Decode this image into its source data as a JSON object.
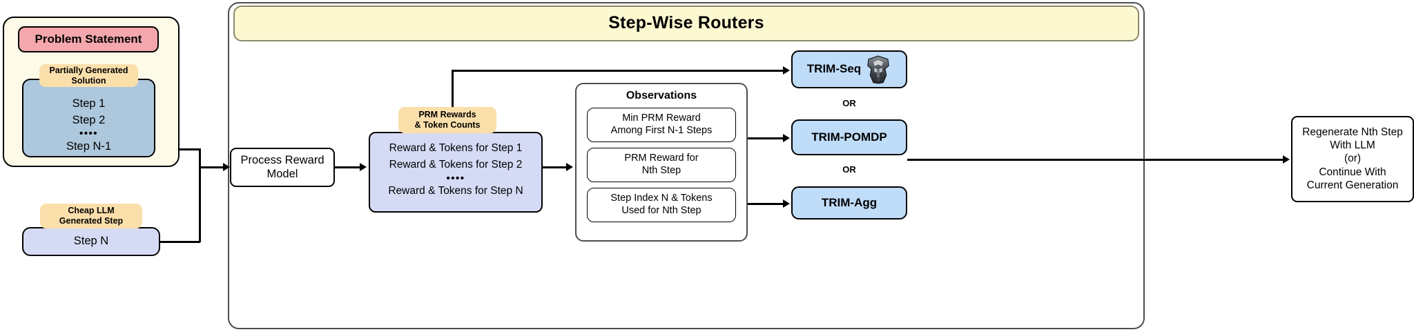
{
  "diagram": {
    "title": "Step-Wise Routers",
    "left_panel": {
      "problem_statement": "Problem Statement",
      "partial_solution_tag_line1": "Partially Generated",
      "partial_solution_tag_line2": "Solution",
      "steps": [
        "Step 1",
        "Step 2",
        "••••",
        "Step N-1"
      ],
      "cheap_llm_tag_line1": "Cheap LLM",
      "cheap_llm_tag_line2": "Generated Step",
      "cheap_llm_step": "Step N"
    },
    "process_reward_model": {
      "line1": "Process Reward",
      "line2": "Model"
    },
    "rewards": {
      "tag_line1": "PRM Rewards",
      "tag_line2": "& Token Counts",
      "rows": [
        "Reward & Tokens for Step 1",
        "Reward & Tokens for Step 2",
        "••••",
        "Reward & Tokens for Step N"
      ]
    },
    "observations": {
      "title": "Observations",
      "items": [
        {
          "line1": "Min PRM Reward",
          "line2": "Among First N-1 Steps"
        },
        {
          "line1": "PRM Reward for",
          "line2": "Nth Step"
        },
        {
          "line1": "Step Index N & Tokens",
          "line2": "Used for Nth Step"
        }
      ]
    },
    "routers": {
      "seq": "TRIM-Seq",
      "pomdp": "TRIM-POMDP",
      "agg": "TRIM-Agg",
      "or_label_1": "OR",
      "or_label_2": "OR",
      "seq_icon": "autobot-logo-icon"
    },
    "final": {
      "line1": "Regenerate Nth Step",
      "line2": "With LLM",
      "line3": "(or)",
      "line4": "Continue With",
      "line5": "Current Generation"
    },
    "colors": {
      "problem_statement_bg": "#f4a7ac",
      "partial_solution_bg": "#adc8dd",
      "tag_bg": "#fbdfab",
      "step_n_bg": "#d6dbf5",
      "rewards_bg": "#d6dbf5",
      "trim_bg": "#bfdcf8",
      "left_panel_bg": "#fdfbe8",
      "title_banner_bg": "#fcf8d0",
      "stroke": "#000000"
    }
  }
}
